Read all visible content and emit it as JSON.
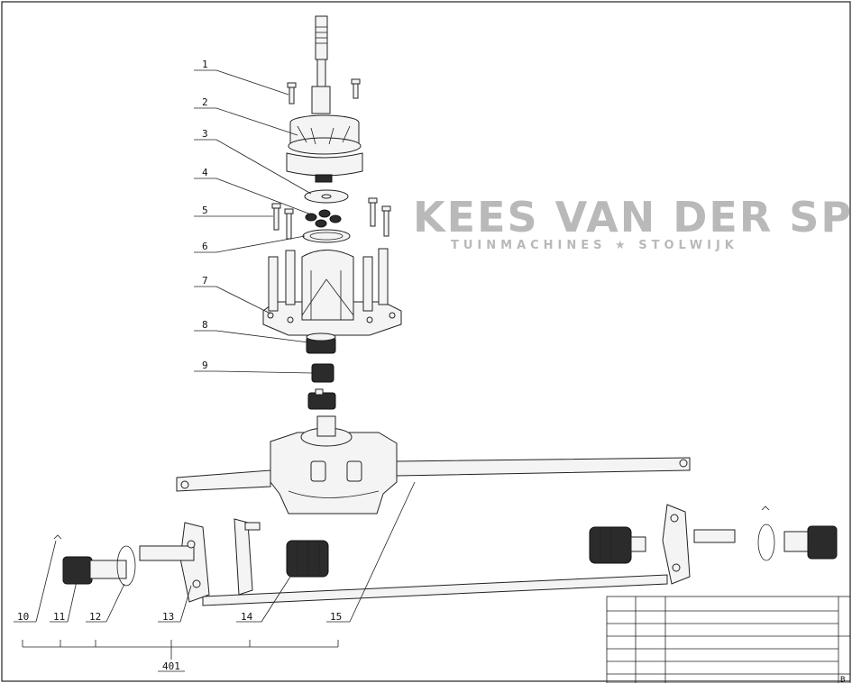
{
  "callouts": [
    {
      "num": "1"
    },
    {
      "num": "2"
    },
    {
      "num": "3"
    },
    {
      "num": "4"
    },
    {
      "num": "5"
    },
    {
      "num": "6"
    },
    {
      "num": "7"
    },
    {
      "num": "8"
    },
    {
      "num": "9"
    },
    {
      "num": "10"
    },
    {
      "num": "11"
    },
    {
      "num": "12"
    },
    {
      "num": "13"
    },
    {
      "num": "14"
    },
    {
      "num": "15"
    }
  ],
  "assembly_number": "401",
  "watermark": {
    "title": "KEES VAN DER SPEK",
    "subtitle": "TUINMACHINES ★ STOLWIJK"
  },
  "title_block_mark": "B",
  "colors": {
    "line": "#222222",
    "watermark": "#b9b9b9"
  }
}
